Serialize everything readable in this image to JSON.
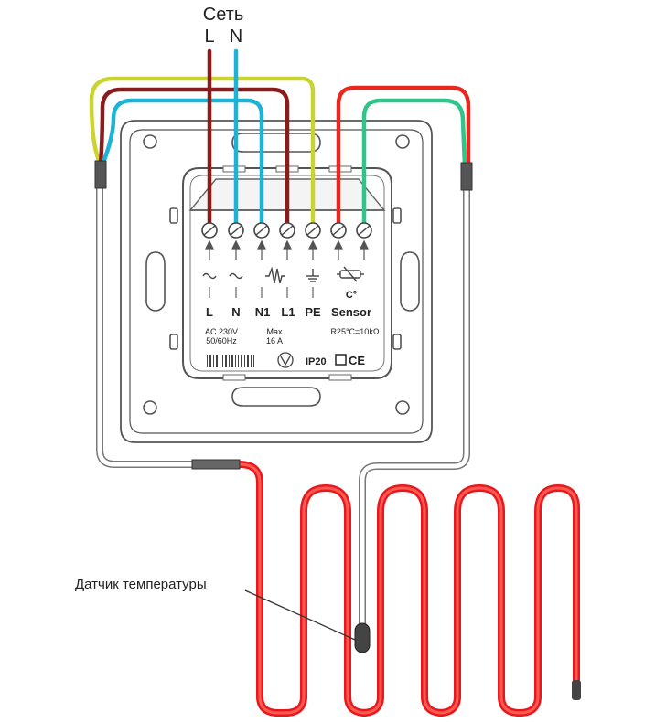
{
  "network": {
    "title": "Сеть",
    "line": "L",
    "neutral": "N"
  },
  "terminals": {
    "labels": [
      "L",
      "N",
      "N1",
      "L1",
      "PE",
      "Sensor"
    ],
    "sensor_symbol_text": "C°"
  },
  "specs": {
    "voltage": "AC 230V",
    "frequency": "50/60Hz",
    "current_title": "Max",
    "current": "16 A",
    "sensor": "R25°C=10kΩ",
    "protection": "IP20",
    "ce_mark": "CE"
  },
  "sensor_label": "Датчик температуры",
  "colors": {
    "line": "#8b1c1c",
    "neutral": "#1db3d6",
    "ground": "#c9d431",
    "sensor_red": "#e8281e",
    "sensor_green": "#2fc48a",
    "cable": "#e8181e",
    "outline": "#555555"
  }
}
